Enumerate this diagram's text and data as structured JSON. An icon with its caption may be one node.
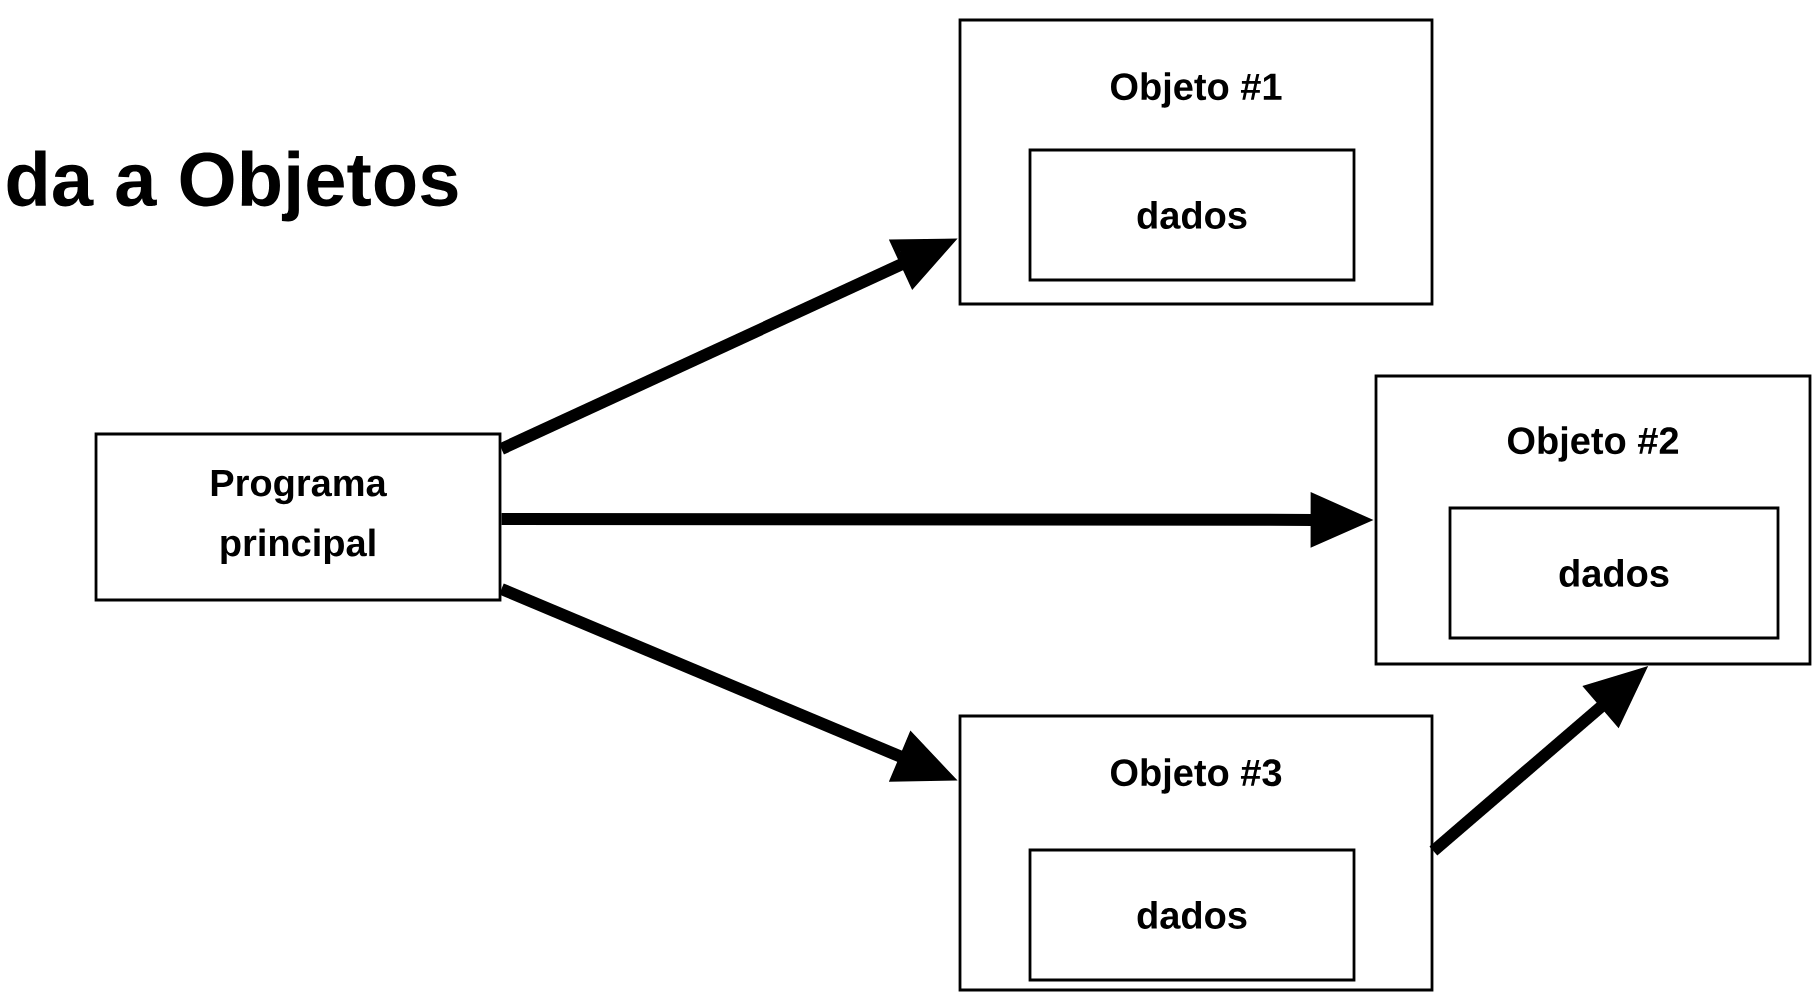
{
  "diagram": {
    "title": "da a Objetos",
    "nodes": [
      {
        "text": [
          "Objeto #1"
        ]
      },
      {
        "text": [
          "dados"
        ],
        "in": 0
      },
      {
        "text": [
          "Programa principal"
        ]
      },
      {
        "text": [
          "Objeto #2"
        ]
      },
      {
        "text": [
          "dados"
        ],
        "in": 3
      },
      {
        "text": [
          "Objeto #3"
        ]
      },
      {
        "text": [
          "dados"
        ],
        "in": 5
      }
    ],
    "edges": [
      {
        "from": 2,
        "to": 0,
        "arrow": "to"
      },
      {
        "from": 2,
        "to": 3,
        "arrow": "to"
      },
      {
        "from": 2,
        "to": 5,
        "arrow": "to"
      },
      {
        "from": 5,
        "to": 3,
        "arrow": "to"
      }
    ]
  }
}
